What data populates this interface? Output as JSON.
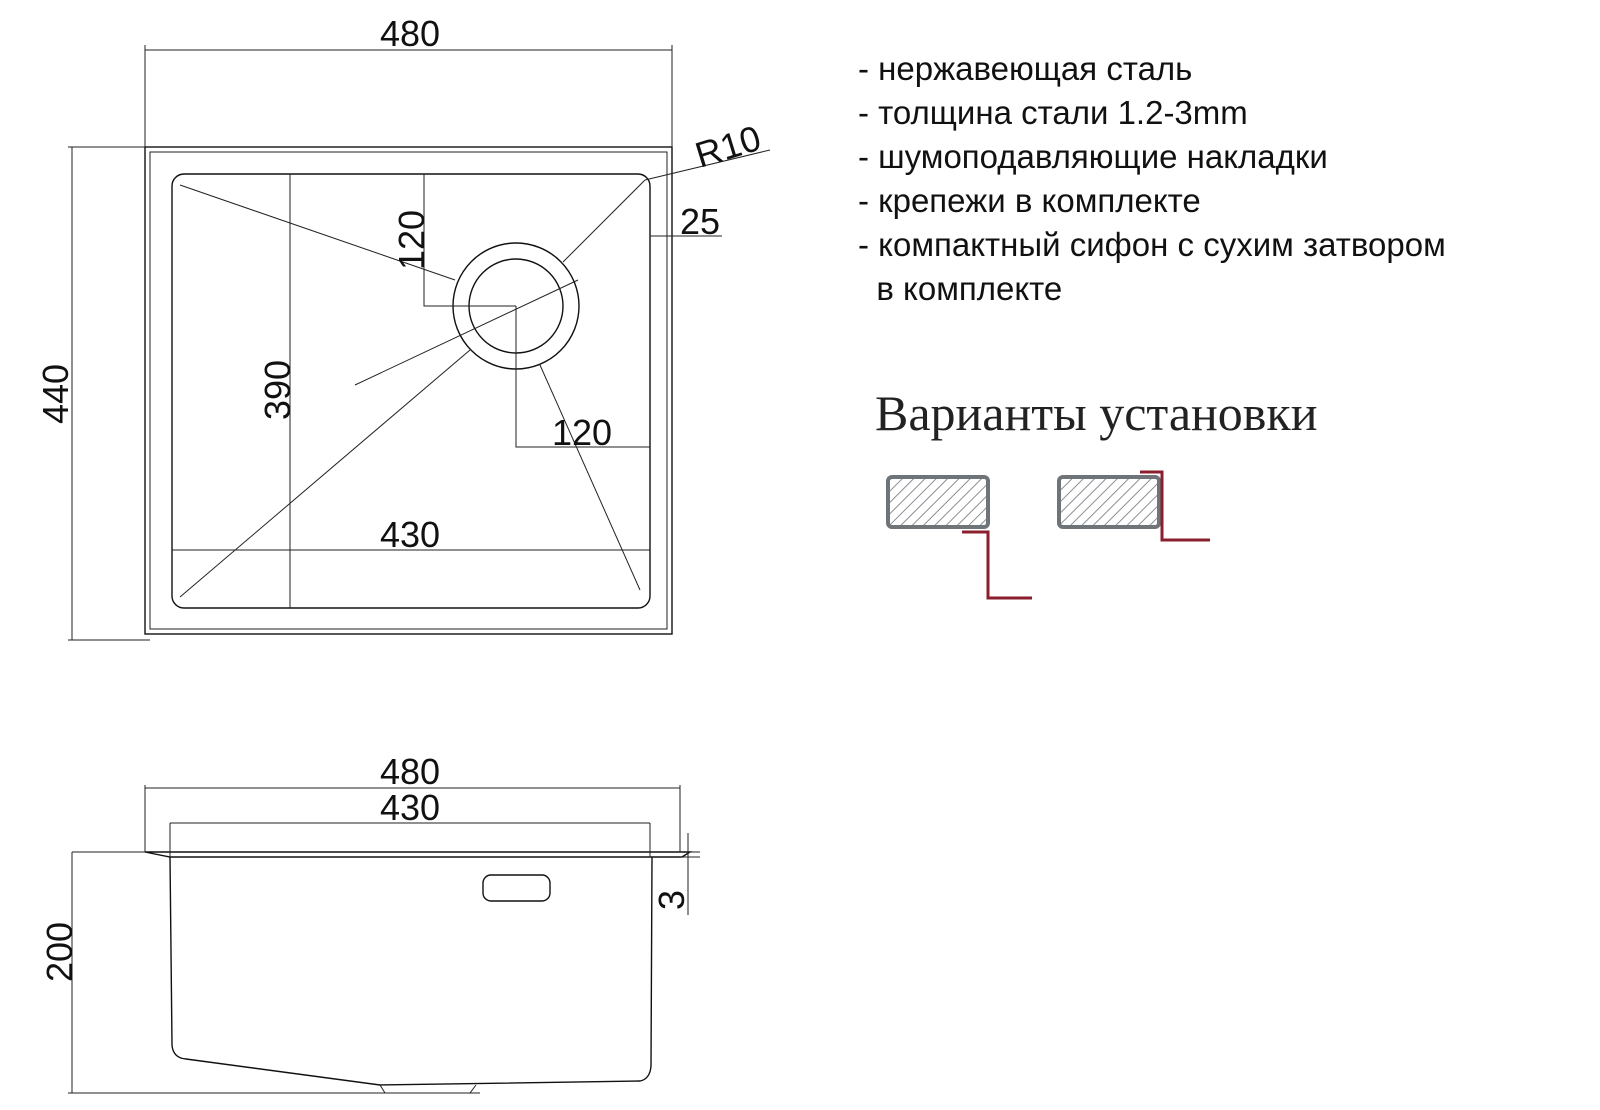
{
  "top_view": {
    "width_label": "480",
    "height_label": "440",
    "inner_height_label": "390",
    "inner_width_label": "430",
    "drain_offset_vertical_label": "120",
    "drain_offset_horizontal_label": "120",
    "radius_label": "R10",
    "rim_label": "25"
  },
  "side_view": {
    "width_label": "480",
    "inner_width_label": "430",
    "depth_label": "200",
    "thickness_label": "3"
  },
  "features": [
    "- нержавеющая сталь",
    "- толщина стали 1.2-3mm",
    "- шумоподавляющие накладки",
    "- крепежи в комплекте",
    "- компактный сифон с сухим затвором",
    "  в комплекте"
  ],
  "install": {
    "title": "Варианты установки",
    "colors": {
      "countertop": "#6f7479",
      "sink_edge": "#8b1f2e"
    }
  }
}
